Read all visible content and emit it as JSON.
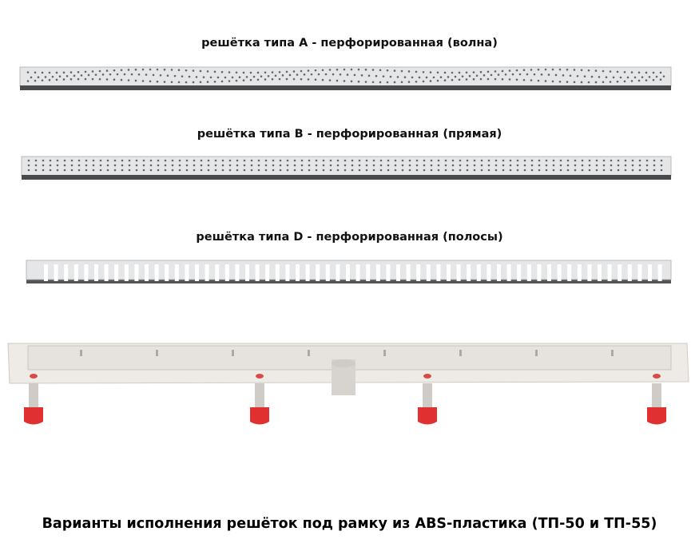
{
  "grates": [
    {
      "caption": "решётка типа A - перфорированная (волна)",
      "pattern": "wave-dots"
    },
    {
      "caption": "решётка типа B - перфорированная (прямая)",
      "pattern": "straight-dots"
    },
    {
      "caption": "решётка типа D - перфорированная (полосы)",
      "pattern": "slots"
    }
  ],
  "footer_caption": "Варианты исполнения решёток под рамку из ABS-пластика (ТП-50 и ТП-55)",
  "colors": {
    "grate": "#e4e6e8",
    "grate_edge": "#4a4a4a",
    "frame": "#eeebe7",
    "feet": "#e03030"
  }
}
